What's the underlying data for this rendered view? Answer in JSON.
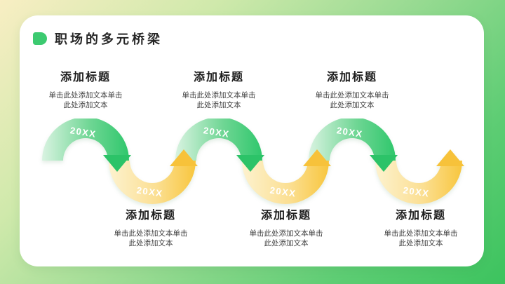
{
  "slide": {
    "title": "职场的多元桥梁"
  },
  "colors": {
    "background_start": "#f8eec3",
    "background_end": "#3cc35e",
    "card": "#ffffff",
    "title_icon_green": "#3cca70",
    "green_light": "#d9f3e1",
    "green_mid": "#6fd694",
    "green_dark": "#2fc76c",
    "green_arrow": "#2cc368",
    "yellow_light": "#fdf2cf",
    "yellow_mid": "#fbdf92",
    "yellow_dark": "#f8c63e",
    "yellow_arrow": "#f7c23a",
    "heading_text": "#1c1c1c",
    "body_text": "#3d3d3d"
  },
  "milestones": [
    {
      "row": "top",
      "color": "green",
      "year": "20XX",
      "title": "添加标题",
      "body": "单击此处添加文本单击此处添加文本"
    },
    {
      "row": "bottom",
      "color": "yellow",
      "year": "20XX",
      "title": "添加标题",
      "body": "单击此处添加文本单击此处添加文本"
    },
    {
      "row": "top",
      "color": "green",
      "year": "20XX",
      "title": "添加标题",
      "body": "单击此处添加文本单击此处添加文本"
    },
    {
      "row": "bottom",
      "color": "yellow",
      "year": "20XX",
      "title": "添加标题",
      "body": "单击此处添加文本单击此处添加文本"
    },
    {
      "row": "top",
      "color": "green",
      "year": "20XX",
      "title": "添加标题",
      "body": "单击此处添加文本单击此处添加文本"
    },
    {
      "row": "bottom",
      "color": "yellow",
      "year": "20XX",
      "title": "添加标题",
      "body": "单击此处添加文本单击此处添加文本"
    }
  ]
}
